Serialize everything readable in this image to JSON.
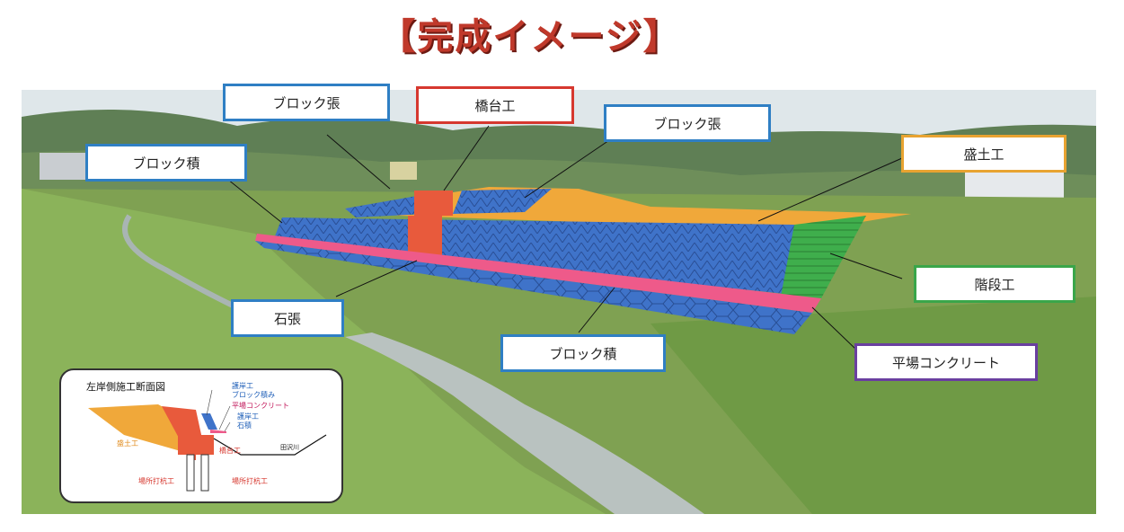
{
  "title": "【完成イメージ】",
  "labels": {
    "block_haru_left": "ブロック張",
    "kyodai": "橋台工",
    "block_haru_right": "ブロック張",
    "block_tsumi_left": "ブロック積",
    "morido": "盛土工",
    "kaidan": "階段工",
    "ishibari": "石張",
    "block_tsumi_bottom": "ブロック積",
    "hiraba": "平場コンクリート"
  },
  "inset": {
    "title": "左岸側施工断面図",
    "gogan": "護岸工",
    "block_tsumi": "ブロック積み",
    "hiraba": "平場コンクリート",
    "gogan2": "護岸工",
    "ishi": "石積",
    "morido": "盛土工",
    "kyodai": "橋台工",
    "river": "田沢川",
    "pile_left": "場所打杭工",
    "pile_right": "場所打杭工"
  },
  "colors": {
    "block": "#3f73c9",
    "kyodai": "#e85a3c",
    "morido": "#f0a83a",
    "kaidan": "#3fae4c",
    "ishibari": "#ee5a8a",
    "blue_border": "#2f7fc4",
    "red_border": "#d6382f",
    "orange_border": "#e8a331",
    "green_border": "#3aa64a",
    "purple_border": "#6a3fa0"
  }
}
